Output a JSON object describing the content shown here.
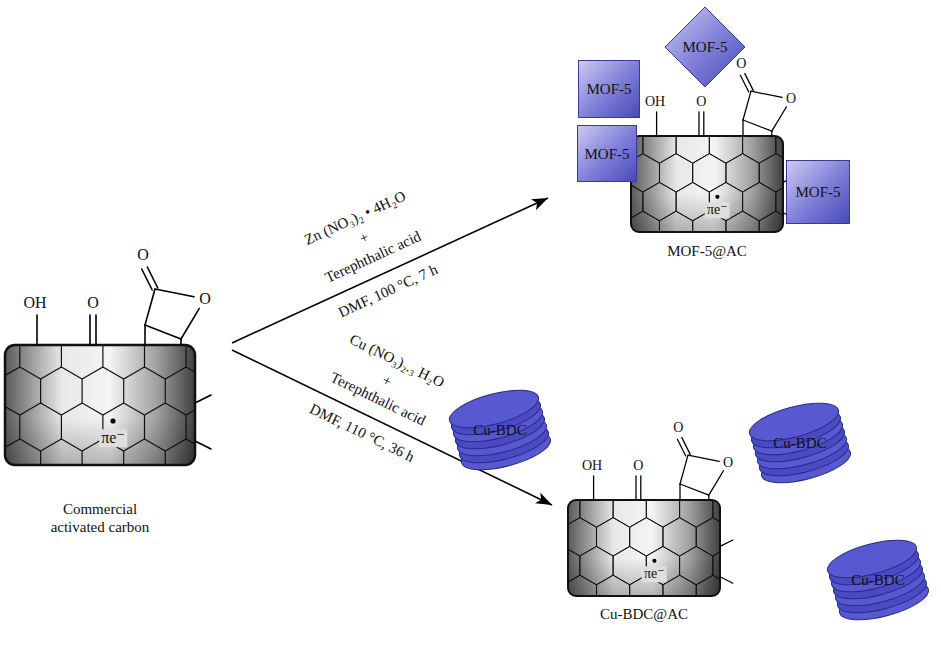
{
  "diagram": {
    "nodes": [
      {
        "text": [
          "Commercial activated carbon"
        ]
      },
      {
        "text": [
          "MOF-5@AC"
        ]
      },
      {
        "text": [
          "MOF-5"
        ]
      },
      {
        "text": [
          "MOF-5"
        ]
      },
      {
        "text": [
          "MOF-5"
        ]
      },
      {
        "text": [
          "MOF-5"
        ]
      },
      {
        "text": [
          "Cu-BDC@AC"
        ]
      },
      {
        "text": [
          "Cu-BDC"
        ]
      },
      {
        "text": [
          "Cu-BDC"
        ]
      },
      {
        "text": [
          "Cu-BDC"
        ]
      }
    ],
    "edges": [
      {
        "from": 0,
        "to": 1,
        "arrow": "to"
      },
      {
        "from": 0,
        "to": 6,
        "arrow": "to"
      }
    ],
    "labels": [
      "OH",
      "O",
      "O",
      "O",
      "πe⁻",
      "Zn (NO₃)₂ • 4H₂O",
      "+",
      "Terephthalic acid",
      "DMF, 100 °C, 7 h",
      "OH",
      "O",
      "O",
      "O",
      "πe⁻",
      "Cu (NO₃)₂.₃ H₂O",
      "+",
      "Terephthalic acid",
      "DMF, 110 °C, 36 h",
      "OH",
      "O",
      "O",
      "O",
      "πe⁻"
    ]
  }
}
